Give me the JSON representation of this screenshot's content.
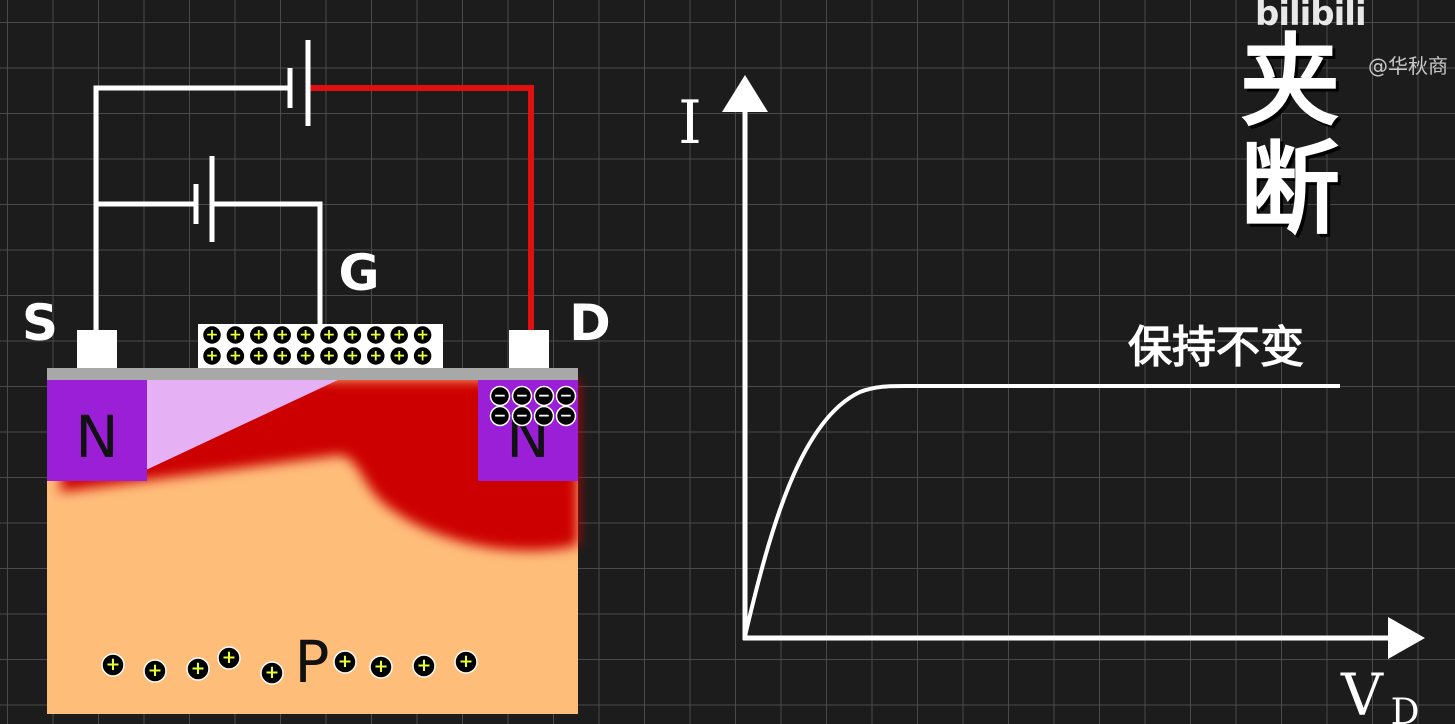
{
  "watermark": {
    "logo": "bilibili",
    "user": "@华秋商"
  },
  "title_chars": [
    "夹",
    "断"
  ],
  "terminals": {
    "source": "S",
    "gate": "G",
    "drain": "D"
  },
  "regions": {
    "source_n": "N",
    "drain_n": "N",
    "substrate": "P"
  },
  "graph": {
    "y_label": "I",
    "x_label": "V",
    "x_subscript": "D",
    "plateau_label": "保持不变"
  },
  "charges": {
    "positive": "+",
    "negative": "−"
  },
  "colors": {
    "background": "#1c1c1c",
    "grid": "#4a4a4a",
    "n_region": "#9b1fd6",
    "p_substrate": "#ffbd7a",
    "depletion": "#cc0000",
    "channel": "#e6b0f5",
    "wire_positive": "#e01010",
    "wire": "#ffffff"
  }
}
